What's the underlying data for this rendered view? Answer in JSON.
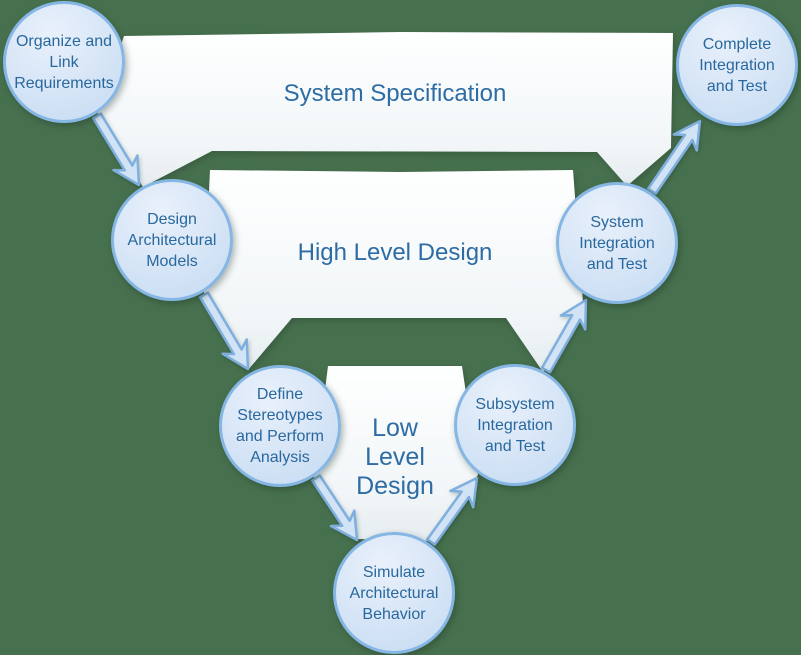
{
  "colors": {
    "background": "#47714e",
    "band_fill_top": "#feffff",
    "band_fill_mid": "#f2f6f8",
    "band_fill_bottom": "#e5ecef",
    "band_text": "#2d6ca4",
    "node_fill_top": "#e9f1fb",
    "node_fill_bottom": "#c4daf1",
    "node_border": "#85b6e4",
    "node_text": "#29689e",
    "arrow_fill": "#d2e3f5",
    "arrow_stroke": "#7fafdf"
  },
  "bands": [
    {
      "id": "system-specification",
      "label": "System Specification"
    },
    {
      "id": "high-level-design",
      "label": "High Level Design"
    },
    {
      "id": "low-level-design",
      "label": "Low Level Design"
    }
  ],
  "nodes": [
    {
      "id": "organize-and-link-requirements",
      "label": "Organize and Link Requirements",
      "side": "left"
    },
    {
      "id": "design-architectural-models",
      "label": "Design Architectural Models",
      "side": "left"
    },
    {
      "id": "define-stereotypes-and-perform-analysis",
      "label": "Define Stereotypes and Perform Analysis",
      "side": "left"
    },
    {
      "id": "simulate-architectural-behavior",
      "label": "Simulate Architectural Behavior",
      "side": "bottom"
    },
    {
      "id": "subsystem-integration-and-test",
      "label": "Subsystem Integration and Test",
      "side": "right"
    },
    {
      "id": "system-integration-and-test",
      "label": "System Integration and Test",
      "side": "right"
    },
    {
      "id": "complete-integration-and-test",
      "label": "Complete Integration and Test",
      "side": "right"
    }
  ],
  "connections": [
    {
      "from": "organize-and-link-requirements",
      "to": "design-architectural-models"
    },
    {
      "from": "design-architectural-models",
      "to": "define-stereotypes-and-perform-analysis"
    },
    {
      "from": "define-stereotypes-and-perform-analysis",
      "to": "simulate-architectural-behavior"
    },
    {
      "from": "simulate-architectural-behavior",
      "to": "subsystem-integration-and-test"
    },
    {
      "from": "subsystem-integration-and-test",
      "to": "system-integration-and-test"
    },
    {
      "from": "system-integration-and-test",
      "to": "complete-integration-and-test"
    }
  ]
}
